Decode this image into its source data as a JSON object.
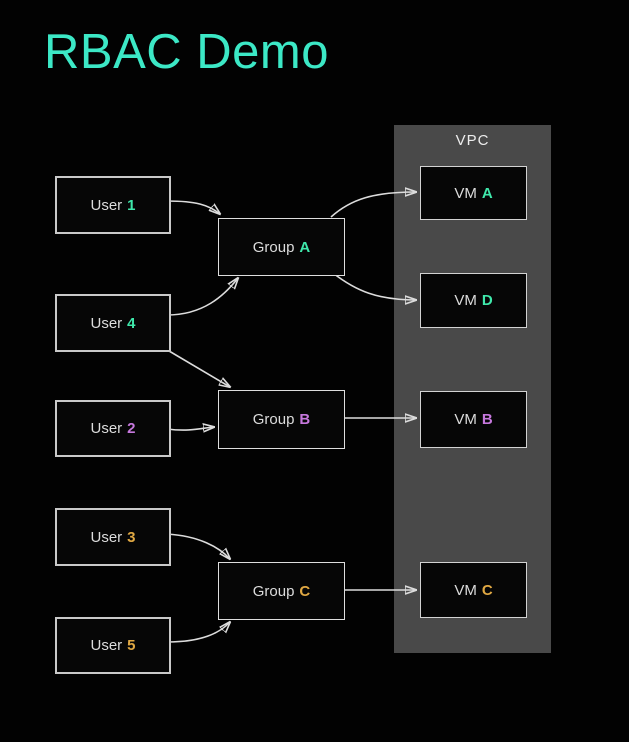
{
  "title": "RBAC Demo",
  "colors": {
    "title": "#3ce8c6",
    "green": "#3fe8ab",
    "purple": "#c678dd",
    "orange": "#e0a843",
    "panel_background": "#494949",
    "box_border": "#c9c9c9",
    "arrow": "#dcdcdc"
  },
  "vpc": {
    "label": "VPC"
  },
  "users": [
    {
      "id": "user-1",
      "label": "User",
      "accent": "1",
      "color": "green"
    },
    {
      "id": "user-4",
      "label": "User",
      "accent": "4",
      "color": "green"
    },
    {
      "id": "user-2",
      "label": "User",
      "accent": "2",
      "color": "purple"
    },
    {
      "id": "user-3",
      "label": "User",
      "accent": "3",
      "color": "orange"
    },
    {
      "id": "user-5",
      "label": "User",
      "accent": "5",
      "color": "orange"
    }
  ],
  "groups": [
    {
      "id": "group-a",
      "label": "Group",
      "accent": "A",
      "color": "green"
    },
    {
      "id": "group-b",
      "label": "Group",
      "accent": "B",
      "color": "purple"
    },
    {
      "id": "group-c",
      "label": "Group",
      "accent": "C",
      "color": "orange"
    }
  ],
  "vms": [
    {
      "id": "vm-a",
      "label": "VM",
      "accent": "A",
      "color": "green"
    },
    {
      "id": "vm-d",
      "label": "VM",
      "accent": "D",
      "color": "green"
    },
    {
      "id": "vm-b",
      "label": "VM",
      "accent": "B",
      "color": "purple"
    },
    {
      "id": "vm-c",
      "label": "VM",
      "accent": "C",
      "color": "orange"
    }
  ],
  "edges": [
    {
      "from": "user-1",
      "to": "group-a"
    },
    {
      "from": "user-4",
      "to": "group-a"
    },
    {
      "from": "user-4",
      "to": "group-b"
    },
    {
      "from": "user-2",
      "to": "group-b"
    },
    {
      "from": "user-3",
      "to": "group-c"
    },
    {
      "from": "user-5",
      "to": "group-c"
    },
    {
      "from": "group-a",
      "to": "vm-a"
    },
    {
      "from": "group-a",
      "to": "vm-d"
    },
    {
      "from": "group-b",
      "to": "vm-b"
    },
    {
      "from": "group-c",
      "to": "vm-c"
    }
  ]
}
